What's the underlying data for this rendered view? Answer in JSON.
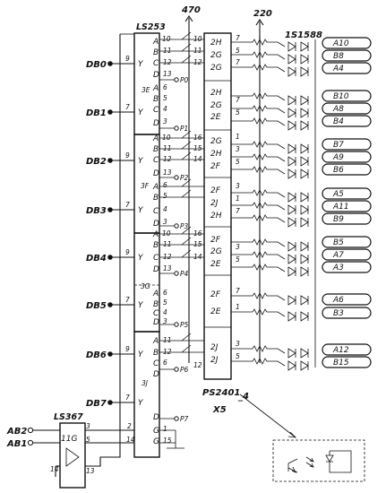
{
  "chips": {
    "selector": "LS253",
    "buffer": "LS367",
    "buffer_gate": "11G",
    "opto": "PS2401",
    "opto_suffix": "_4",
    "opto_count": "X5",
    "diode": "1S1588"
  },
  "resistors": {
    "pullup_left": "470",
    "pullup_right": "220"
  },
  "data_inputs": [
    {
      "label": "DB0",
      "pin": "9",
      "out": "Y"
    },
    {
      "label": "DB1",
      "pin": "7",
      "out": "Y"
    },
    {
      "label": "DB2",
      "pin": "9",
      "out": "Y"
    },
    {
      "label": "DB3",
      "pin": "7",
      "out": "Y"
    },
    {
      "label": "DB4",
      "pin": "9",
      "out": "Y"
    },
    {
      "label": "DB5",
      "pin": "7",
      "out": "Y"
    },
    {
      "label": "DB6",
      "pin": "9",
      "out": "Y"
    },
    {
      "label": "DB7",
      "pin": "7",
      "out": "Y"
    }
  ],
  "gate_labels": [
    "3E",
    "3F",
    "3G",
    "3J"
  ],
  "address_inputs": [
    {
      "label": "AB2",
      "pin": "3"
    },
    {
      "label": "AB1",
      "pin": "5"
    }
  ],
  "buffer_pins": {
    "in_pwr": "14",
    "out_low": "13",
    "out_a": "2",
    "out_b": "14",
    "g1": "1",
    "g15": "15",
    "pin12": "12"
  },
  "opto_groups": [
    [
      "2H",
      "2G",
      "2G"
    ],
    [
      "2H",
      "2G",
      "2E"
    ],
    [
      "2G",
      "2H",
      "2F"
    ],
    [
      "2F",
      "2J",
      "2H"
    ],
    [
      "2F",
      "2G",
      "2E"
    ],
    [
      "2F",
      "2E"
    ],
    [
      "2J",
      "2J"
    ]
  ],
  "opto_pins": [
    [
      "7",
      "5",
      "7"
    ],
    [
      "",
      "7",
      "5"
    ],
    [
      "1",
      "3",
      "5"
    ],
    [
      "3",
      "1",
      "7"
    ],
    [
      "",
      "3",
      "5"
    ],
    [
      "7",
      "1"
    ],
    [
      "3",
      "5"
    ]
  ],
  "outputs": [
    [
      "A10",
      "B8",
      "A4"
    ],
    [
      "B10",
      "A8",
      "B4"
    ],
    [
      "B7",
      "A9",
      "B6"
    ],
    [
      "A5",
      "A11",
      "B9"
    ],
    [
      "B5",
      "A7",
      "A3"
    ],
    [
      "A6",
      "B3"
    ],
    [
      "A12",
      "B15"
    ]
  ],
  "op_labels": [
    "P0",
    "P1",
    "P2",
    "P3",
    "P4",
    "P5",
    "P6",
    "P7"
  ],
  "select_pins": [
    "C",
    "D",
    "A",
    "B"
  ],
  "chip_pins": {
    "group0": [
      "10",
      "11",
      "12",
      "13"
    ],
    "group1": [
      "6",
      "5",
      "4",
      "3"
    ],
    "group2": [
      "10",
      "11",
      "12",
      "13"
    ],
    "group3": [
      "6",
      "5",
      "4",
      "3"
    ],
    "right_a": [
      "10",
      "11",
      "12"
    ],
    "right_b": [
      "16",
      "15",
      "14"
    ]
  }
}
